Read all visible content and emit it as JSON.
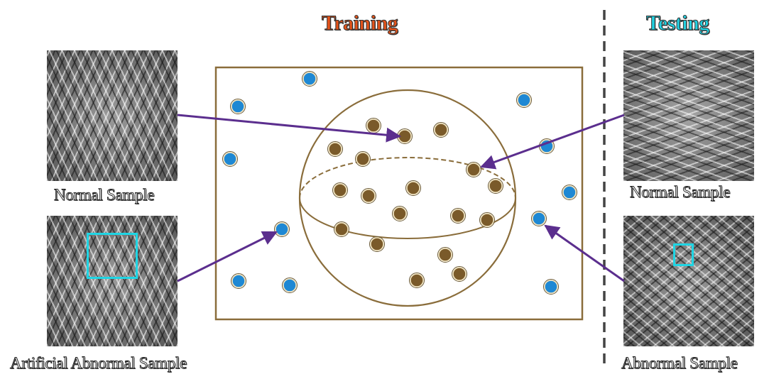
{
  "headings": {
    "training": "Training",
    "testing": "Testing"
  },
  "captions": {
    "train_normal": "Normal Sample",
    "train_abnormal": "Artificial Abnormal Sample",
    "test_normal": "Normal Sample",
    "test_abnormal": "Abnormal Sample"
  },
  "colors": {
    "training_title": "#e5531a",
    "testing_title": "#22d0e0",
    "defect_box": "#1fd5e4",
    "normal_point": "#7a5a2a",
    "abnormal_point": "#1e88d4",
    "arrow": "#5b2e8e",
    "frame": "#8a6d3b"
  },
  "icons": {
    "train_normal_image": "woven-mesh-texture",
    "train_abnormal_image": "woven-mesh-texture-with-defect",
    "test_normal_image": "woven-mesh-texture",
    "test_abnormal_image": "woven-mesh-texture-with-defect"
  }
}
